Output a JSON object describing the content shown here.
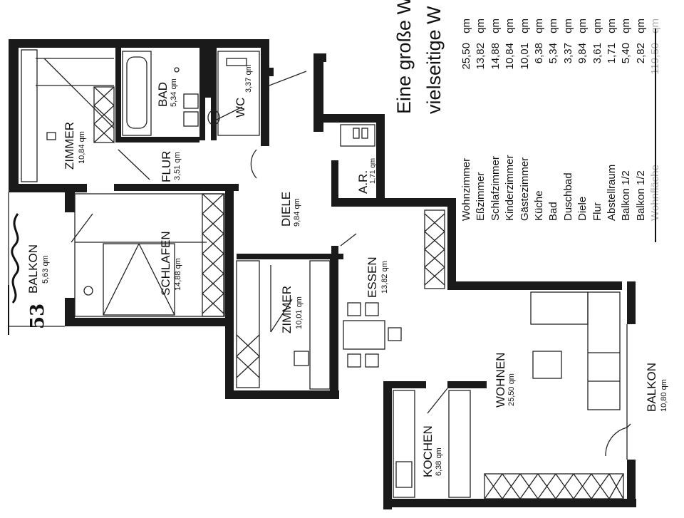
{
  "heading": {
    "line1": "Eine große W",
    "line2": "vielseitige W"
  },
  "rooms": [
    {
      "key": "zimmer_top",
      "name": "ZIMMER",
      "area": "10,84 qm"
    },
    {
      "key": "bad",
      "name": "BAD",
      "area": "5,34 qm"
    },
    {
      "key": "wc",
      "name": "WC",
      "area": "3,37 qm"
    },
    {
      "key": "flur",
      "name": "FLUR",
      "area": "3,51 qm"
    },
    {
      "key": "diele",
      "name": "DIELE",
      "area": "9,84 qm"
    },
    {
      "key": "ar",
      "name": "A.R.",
      "area": "1,71 qm"
    },
    {
      "key": "balkon_left",
      "name": "BALKON",
      "area": "5,63 qm"
    },
    {
      "key": "schlafen",
      "name": "SCHLAFEN",
      "area": "14,88 qm"
    },
    {
      "key": "zimmer_mid",
      "name": "ZIMMER",
      "area": "10,01 qm"
    },
    {
      "key": "essen",
      "name": "ESSEN",
      "area": "13,82 qm"
    },
    {
      "key": "wohnen",
      "name": "WOHNEN",
      "area": "25,50 qm"
    },
    {
      "key": "balkon_right",
      "name": "BALKON",
      "area": "10,80 qm"
    },
    {
      "key": "kochen",
      "name": "KOCHEN",
      "area": "6,38 qm"
    }
  ],
  "area_table": {
    "unit": "qm",
    "rows": [
      {
        "name": "Wohnzimmer",
        "value": "25,50"
      },
      {
        "name": "Eßzimmer",
        "value": "13,82"
      },
      {
        "name": "Schlafzimmer",
        "value": "14,88"
      },
      {
        "name": "Kinderzimmer",
        "value": "10,84"
      },
      {
        "name": "Gästezimmer",
        "value": "10,01"
      },
      {
        "name": "Küche",
        "value": "6,38"
      },
      {
        "name": "Bad",
        "value": "5,34"
      },
      {
        "name": "Duschbad",
        "value": "3,37"
      },
      {
        "name": "Diele",
        "value": "9,84"
      },
      {
        "name": "Flur",
        "value": "3,61"
      },
      {
        "name": "Abstellraum",
        "value": "1,71"
      },
      {
        "name": "Balkon 1/2",
        "value": "5,40"
      },
      {
        "name": "Balkon 1/2",
        "value": "2,82"
      },
      {
        "name": "Wohnfläche",
        "value": "119,50"
      }
    ]
  },
  "handwritten_note": "53",
  "colors": {
    "wall": "#1a1a1a",
    "line": "#222222",
    "paper": "#ffffff"
  }
}
